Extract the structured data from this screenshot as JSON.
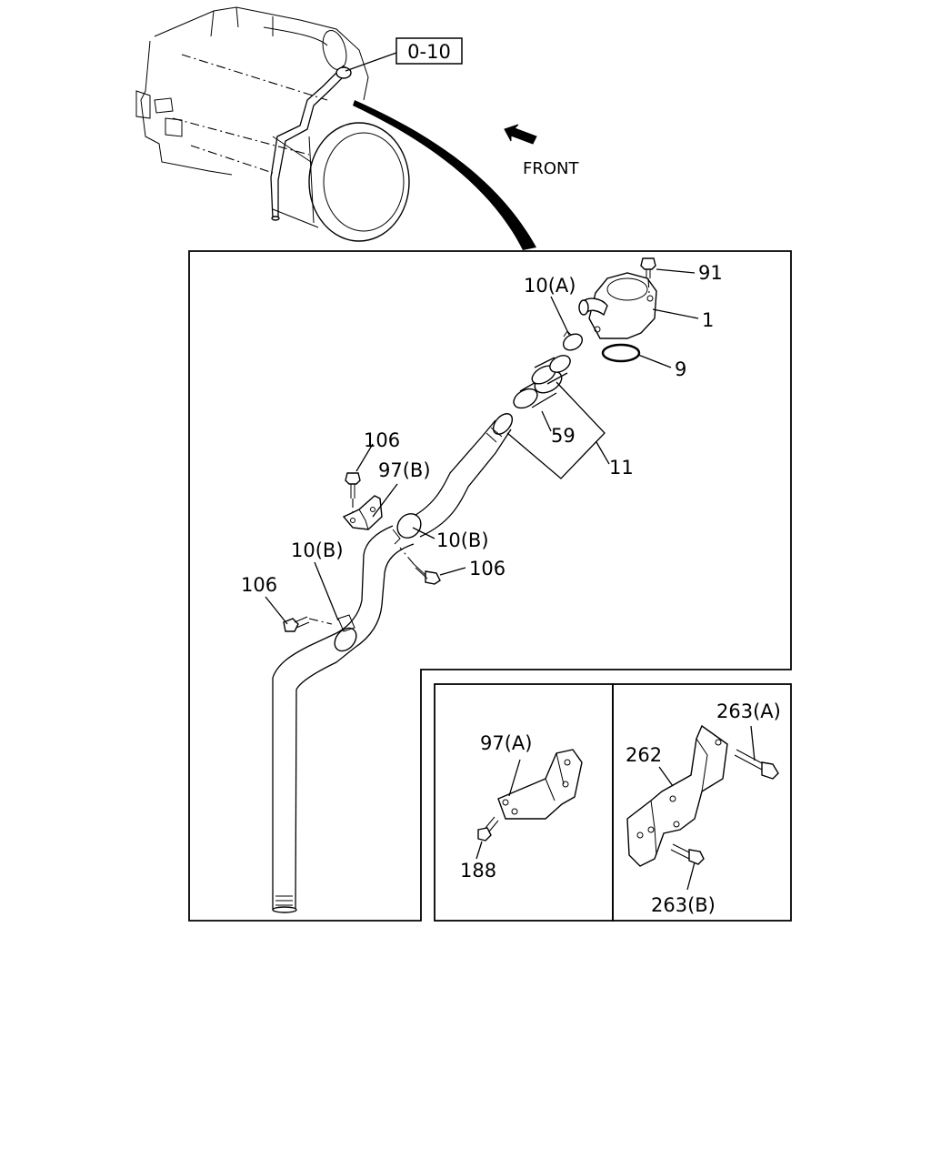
{
  "ref_tag": "0-10",
  "direction_label": "FRONT",
  "callouts": {
    "c91": "91",
    "c1": "1",
    "c9": "9",
    "c10a": "10(A)",
    "c59": "59",
    "c11": "11",
    "c106_top": "106",
    "c97b": "97(B)",
    "c10b_right": "10(B)",
    "c106_right": "106",
    "c10b_left": "10(B)",
    "c106_left": "106",
    "c97a": "97(A)",
    "c188": "188",
    "c262": "262",
    "c263a": "263(A)",
    "c263b": "263(B)"
  }
}
